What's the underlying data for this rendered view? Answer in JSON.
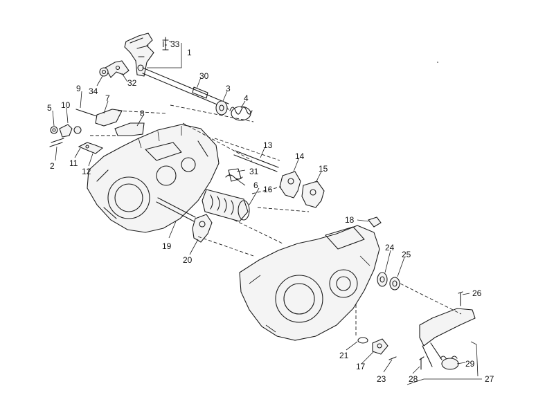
{
  "diagram": {
    "type": "exploded-parts-diagram",
    "ink_color": "#1a1a1a",
    "background": "#ffffff"
  },
  "callouts": {
    "c1": "1",
    "c2": "2",
    "c3": "3",
    "c4": "4",
    "c5": "5",
    "c6": "6",
    "c7": "7",
    "c8": "8",
    "c9": "9",
    "c10": "10",
    "c11": "11",
    "c12": "12",
    "c13": "13",
    "c14": "14",
    "c15": "15",
    "c16": "16",
    "c17": "17",
    "c18": "18",
    "c19": "19",
    "c20": "20",
    "c21": "21",
    "c23": "23",
    "c24": "24",
    "c25": "25",
    "c26": "26",
    "c27": "27",
    "c28": "28",
    "c29": "29",
    "c30": "30",
    "c31": "31",
    "c32": "32",
    "c33": "33",
    "c34": "34"
  }
}
